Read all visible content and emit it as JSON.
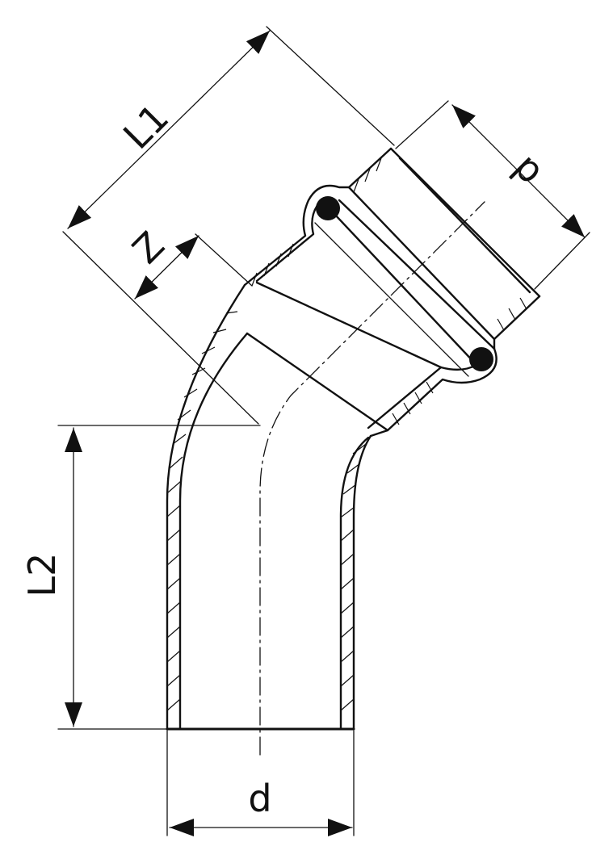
{
  "labels": {
    "L1": "L1",
    "L2": "L2",
    "Z": "Z",
    "d_top": "d",
    "d_bottom": "d"
  }
}
